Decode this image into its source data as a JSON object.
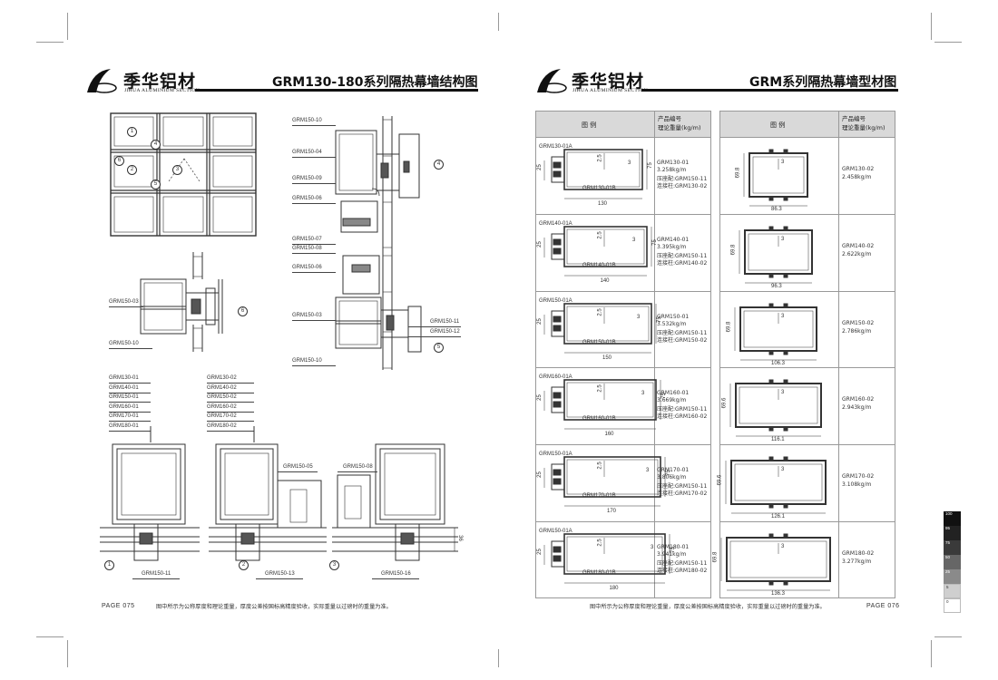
{
  "left_page": {
    "brand_cn": "季华铝材",
    "brand_en": "JIHUA ALUMINIUM SECTION",
    "title": "GRM130-180系列隔热幕墙结构图",
    "page_label": "PAGE 075",
    "footnote": "图中所示为公称厚度和理论重量，厚度公差按国标高精度验收，实际重量以过磅时的重量为准。",
    "elevation_markers": [
      "1",
      "2",
      "3",
      "4",
      "5",
      "6"
    ],
    "detail6": {
      "marker": "6",
      "labels": [
        "GRM150-03",
        "GRM150-10"
      ]
    },
    "section4": {
      "marker": "4",
      "labels": [
        "GRM150-10",
        "GRM150-04",
        "GRM150-09",
        "GRM150-06",
        "GRM150-07",
        "GRM150-08"
      ]
    },
    "section5": {
      "marker": "5",
      "labels_left": [
        "GRM150-06",
        "GRM150-03",
        "GRM150-10"
      ],
      "labels_right": [
        "GRM150-11",
        "GRM150-12"
      ]
    },
    "list1": [
      "GRM130-01",
      "GRM140-01",
      "GRM150-01",
      "GRM160-01",
      "GRM170-01",
      "GRM180-01"
    ],
    "list2": [
      "GRM130-02",
      "GRM140-02",
      "GRM150-02",
      "GRM160-02",
      "GRM170-02",
      "GRM180-02"
    ],
    "bottom_sections": [
      {
        "marker": "1",
        "label": "GRM150-11"
      },
      {
        "marker": "2",
        "label": "GRM150-13",
        "side_label": "GRM150-05"
      },
      {
        "marker": "3",
        "label": "GRM150-16",
        "side_label": "GRM150-08",
        "dim": "36"
      }
    ]
  },
  "right_page": {
    "brand_cn": "季华铝材",
    "brand_en": "JIHUA ALUMINIUM SECTION",
    "title": "GRM系列隔热幕墙型材图",
    "page_label": "PAGE 076",
    "footnote": "图中所示为公称厚度和理论重量，厚度公差按国标高精度验收，实际重量以过磅时的重量为准。",
    "table_left": {
      "header_diagram": "图 例",
      "header_code": "产品编号",
      "header_weight": "理论重量(kg/m)",
      "rows": [
        {
          "label_a": "GRM130-01A",
          "label_b": "GRM130-01B",
          "width": "130",
          "dim_top": "2.5",
          "dim_t": "3",
          "dim_h": "75",
          "dim_s": "25",
          "code": "GRM130-01",
          "weight": "3.258kg/m",
          "press": "压座配:GRM150-11",
          "conn": "连接柱:GRM130-02"
        },
        {
          "label_a": "GRM140-01A",
          "label_b": "GRM140-01B",
          "width": "140",
          "dim_top": "2.5",
          "dim_t": "3",
          "dim_h": "75",
          "dim_s": "25",
          "code": "GRM140-01",
          "weight": "3.395kg/m",
          "press": "压座配:GRM150-11",
          "conn": "连接柱:GRM140-02"
        },
        {
          "label_a": "GRM150-01A",
          "label_b": "GRM150-01B",
          "width": "150",
          "dim_top": "2.5",
          "dim_t": "3",
          "dim_h": "75",
          "dim_s": "25",
          "code": "GRM150-01",
          "weight": "3.532kg/m",
          "press": "压座配:GRM150-11",
          "conn": "连接柱:GRM150-02"
        },
        {
          "label_a": "GRM160-01A",
          "label_b": "GRM160-01B",
          "width": "160",
          "dim_top": "2.5",
          "dim_t": "3",
          "dim_h": "75",
          "dim_s": "25",
          "code": "GRM160-01",
          "weight": "3.669kg/m",
          "press": "压座配:GRM150-11",
          "conn": "连接柱:GRM160-02"
        },
        {
          "label_a": "GRM150-01A",
          "label_b": "GRM170-01B",
          "width": "170",
          "dim_top": "2.5",
          "dim_t": "3",
          "dim_h": "75",
          "dim_s": "25",
          "code": "GRM170-01",
          "weight": "3.806kg/m",
          "press": "压座配:GRM150-11",
          "conn": "连接柱:GRM170-02"
        },
        {
          "label_a": "GRM150-01A",
          "label_b": "GRM180-01B",
          "width": "180",
          "dim_top": "2.5",
          "dim_t": "3",
          "dim_h": "75",
          "dim_s": "25",
          "code": "GRM180-01",
          "weight": "3.941kg/m",
          "press": "压座配:GRM150-11",
          "conn": "连接柱:GRM180-02"
        }
      ]
    },
    "table_right": {
      "header_diagram": "图 例",
      "header_code": "产品编号",
      "header_weight": "理论重量(kg/m)",
      "rows": [
        {
          "width": "86.3",
          "height": "69.8",
          "thick": "3",
          "code": "GRM130-02",
          "weight": "2.458kg/m"
        },
        {
          "width": "96.3",
          "height": "69.8",
          "thick": "3",
          "code": "GRM140-02",
          "weight": "2.622kg/m"
        },
        {
          "width": "106.3",
          "height": "69.8",
          "thick": "3",
          "code": "GRM150-02",
          "weight": "2.786kg/m"
        },
        {
          "width": "116.1",
          "height": "69.6",
          "thick": "3",
          "code": "GRM160-02",
          "weight": "2.943kg/m"
        },
        {
          "width": "126.1",
          "height": "69.6",
          "thick": "3",
          "code": "GRM170-02",
          "weight": "3.108kg/m"
        },
        {
          "width": "136.3",
          "height": "69.8",
          "thick": "3",
          "code": "GRM180-02",
          "weight": "3.277kg/m"
        }
      ]
    },
    "color_bar": [
      "100",
      "95",
      "75",
      "50",
      "25",
      "5",
      "0"
    ]
  }
}
